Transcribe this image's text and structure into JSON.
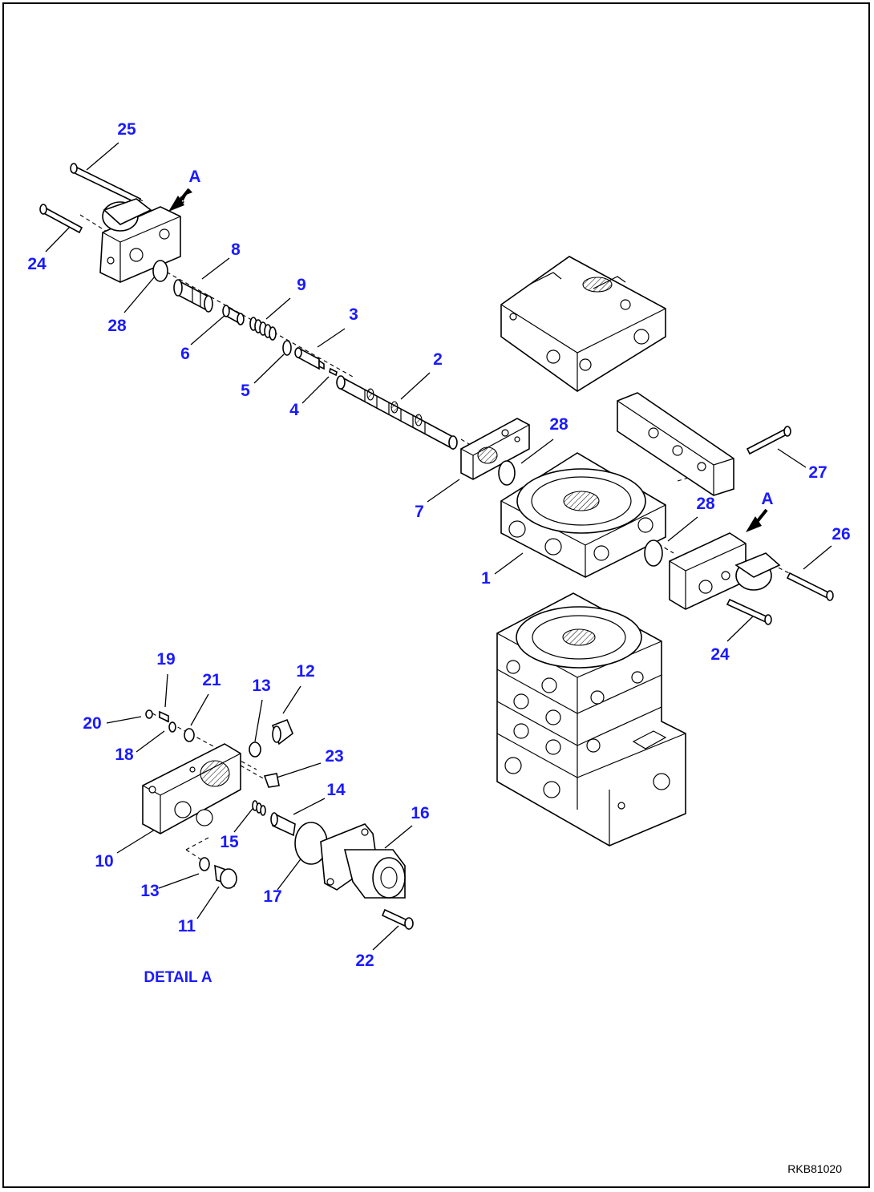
{
  "drawing_code": "RKB81020",
  "detail_caption": "DETAIL A",
  "view_marker": "A",
  "part_numbers": {
    "p1": "1",
    "p2": "2",
    "p3": "3",
    "p4": "4",
    "p5": "5",
    "p6": "6",
    "p7": "7",
    "p8": "8",
    "p9": "9",
    "p10": "10",
    "p11": "11",
    "p12": "12",
    "p13": "13",
    "p14": "14",
    "p15": "15",
    "p16": "16",
    "p17": "17",
    "p18": "18",
    "p19": "19",
    "p20": "20",
    "p21": "21",
    "p22": "22",
    "p23": "23",
    "p24": "24",
    "p25": "25",
    "p26": "26",
    "p27": "27",
    "p28": "28"
  },
  "colors": {
    "label": "#1a1aff",
    "line": "#000000"
  }
}
